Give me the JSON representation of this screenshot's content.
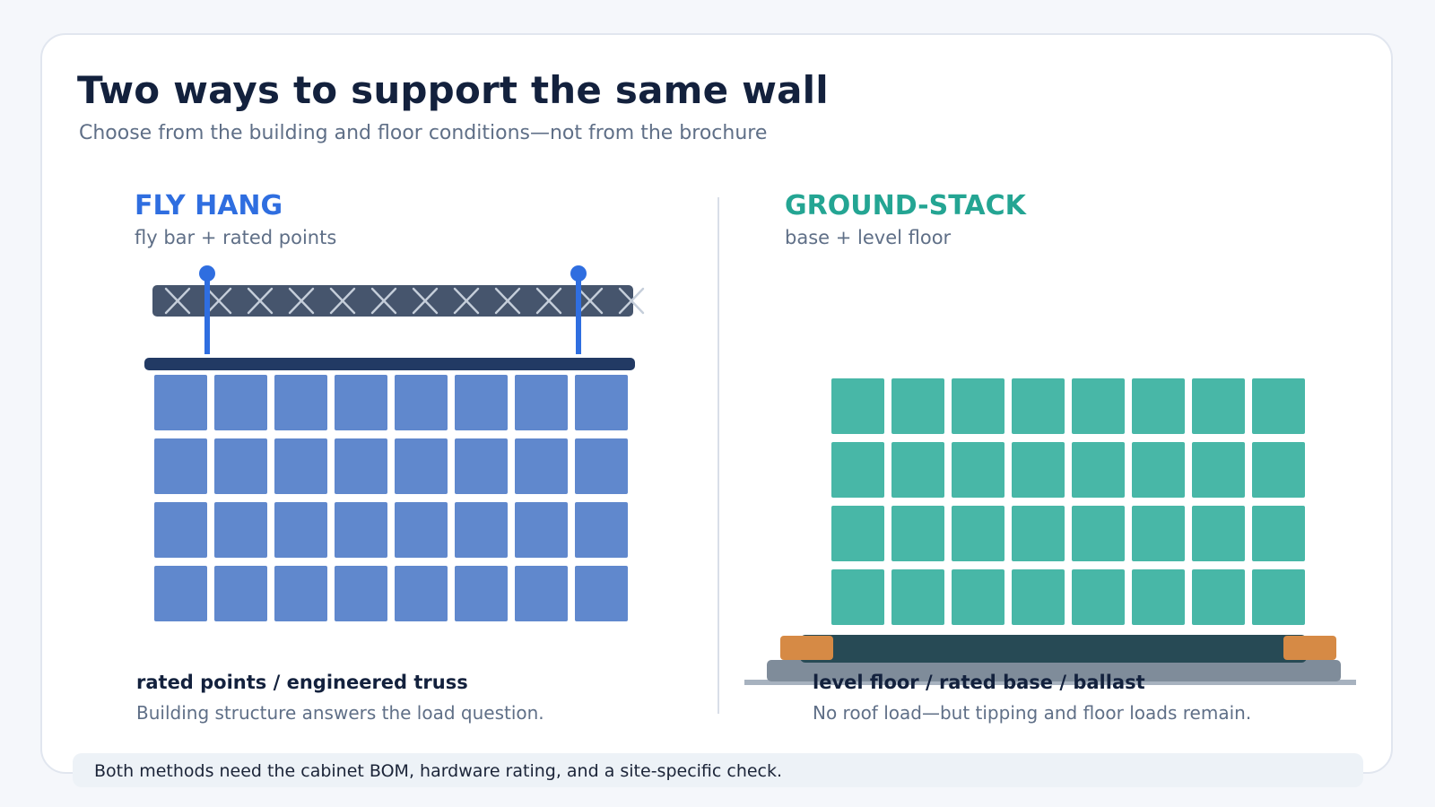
{
  "header": {
    "title": "Two ways to support the same wall",
    "subtitle": "Choose from the building and floor conditions—not from the brochure"
  },
  "colors": {
    "fly_accent": "#2f6ee0",
    "fly_cabinet": "#6088cd",
    "ground_accent": "#24a593",
    "ground_cabinet": "#48b7a7",
    "truss": "#46556d",
    "fly_bar": "#223a64",
    "base": "#274a55",
    "base_plate": "#7f8c9a",
    "ballast": "#d68a45"
  },
  "fly_hang": {
    "title": "FLY HANG",
    "subtitle": "fly bar + rated points",
    "caption_title": "rated points / engineered truss",
    "caption_text": "Building structure answers the load question.",
    "cabinet_grid": {
      "rows": 4,
      "cols": 8
    },
    "hang_points": 2
  },
  "ground_stack": {
    "title": "GROUND-STACK",
    "subtitle": "base + level floor",
    "caption_title": "level floor / rated base / ballast",
    "caption_text": "No roof load—but tipping and floor loads remain.",
    "cabinet_grid": {
      "rows": 4,
      "cols": 8
    },
    "ballast_blocks": 2
  },
  "footer": {
    "note": "Both methods need the cabinet BOM, hardware rating, and a site-specific check."
  }
}
